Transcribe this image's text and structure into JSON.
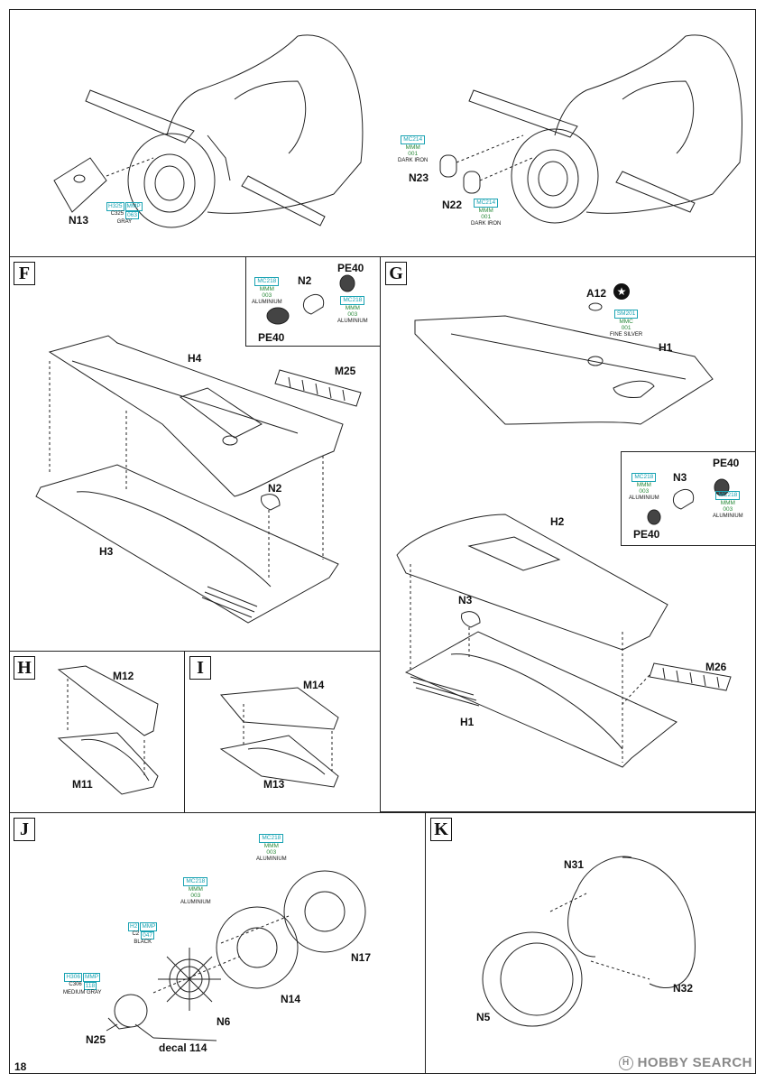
{
  "page_number": "18",
  "watermark": "HOBBY SEARCH",
  "watermark_icon": "copyright-circle-icon",
  "top_left": {
    "parts": {
      "n13": "N13"
    },
    "paint": {
      "h": "H325",
      "mmp": "MMP",
      "c": "C325",
      "num": "063",
      "name": "GRAY"
    }
  },
  "top_right": {
    "parts": {
      "n23": "N23",
      "n22": "N22"
    },
    "paint_a": {
      "mc": "MC214",
      "mmm": "MMM",
      "num": "001",
      "name": "DARK IRON"
    },
    "paint_b": {
      "mc": "MC214",
      "mmm": "MMM",
      "num": "001",
      "name": "DARK IRON"
    }
  },
  "step_f": {
    "letter": "F",
    "parts": {
      "h4": "H4",
      "h3": "H3",
      "m25": "M25",
      "n2": "N2",
      "n2_inset": "N2",
      "pe40_a": "PE40",
      "pe40_b": "PE40"
    },
    "paint_a": {
      "mc": "MC218",
      "mmm": "MMM",
      "num": "003",
      "name": "ALUMINIUM"
    },
    "paint_b": {
      "mc": "MC218",
      "mmm": "MMM",
      "num": "003",
      "name": "ALUMINIUM"
    }
  },
  "step_g": {
    "letter": "G",
    "parts": {
      "a12": "A12",
      "h1_top": "H1",
      "h2": "H2",
      "n3": "N3",
      "n3_inset": "N3",
      "m26": "M26",
      "h1_bottom": "H1",
      "pe40_a": "PE40",
      "pe40_b": "PE40"
    },
    "star_icon": "star-in-circle-icon",
    "paint_sm": {
      "sm": "SM201",
      "mmc": "MMC",
      "num": "001",
      "name": "FINE SILVER"
    },
    "paint_a": {
      "mc": "MC218",
      "mmm": "MMM",
      "num": "003",
      "name": "ALUMINIUM"
    },
    "paint_b": {
      "mc": "MC218",
      "mmm": "MMM",
      "num": "003",
      "name": "ALUMINIUM"
    }
  },
  "step_h": {
    "letter": "H",
    "parts": {
      "m12": "M12",
      "m11": "M11"
    }
  },
  "step_i": {
    "letter": "I",
    "parts": {
      "m14": "M14",
      "m13": "M13"
    }
  },
  "step_j": {
    "letter": "J",
    "parts": {
      "n17": "N17",
      "n14": "N14",
      "n6": "N6",
      "n25": "N25",
      "decal": "decal 114"
    },
    "paint_n17": {
      "mc": "MC218",
      "mmm": "MMM",
      "num": "003",
      "name": "ALUMINIUM"
    },
    "paint_n14": {
      "mc": "MC218",
      "mmm": "MMM",
      "num": "003",
      "name": "ALUMINIUM"
    },
    "paint_black": {
      "h": "H2",
      "mmp": "MMP",
      "c": "C2",
      "num": "047",
      "name": "BLACK"
    },
    "paint_gray": {
      "h": "H306",
      "mmp": "MMP",
      "c": "C306",
      "num": "118",
      "name": "MEDIUM GRAY"
    }
  },
  "step_k": {
    "letter": "K",
    "parts": {
      "n31": "N31",
      "n32": "N32",
      "n5": "N5"
    }
  }
}
